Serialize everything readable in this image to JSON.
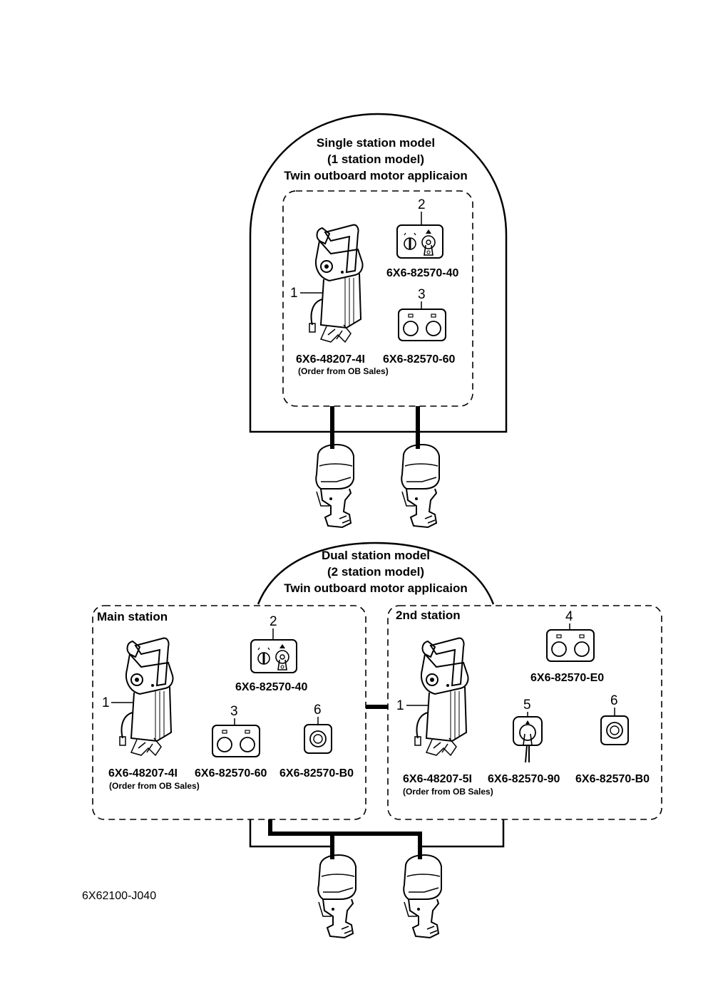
{
  "single": {
    "title1": "Single station model",
    "title2": "(1 station model)",
    "title3": "Twin outboard motor applicaion",
    "item1_num": "1",
    "item2_num": "2",
    "item3_num": "3",
    "part_switch": "6X6-82570-40",
    "part_control": "6X6-48207-4I",
    "part_panel": "6X6-82570-60",
    "order_note": "(Order from OB Sales)"
  },
  "dual": {
    "title1": "Dual station model",
    "title2": "(2 station model)",
    "title3": "Twin outboard motor applicaion",
    "main": {
      "label": "Main station",
      "item1_num": "1",
      "item2_num": "2",
      "item3_num": "3",
      "item6_num": "6",
      "part_switch": "6X6-82570-40",
      "part_control": "6X6-48207-4I",
      "part_panel": "6X6-82570-60",
      "part_stop": "6X6-82570-B0",
      "order_note": "(Order from OB Sales)"
    },
    "second": {
      "label": "2nd station",
      "item1_num": "1",
      "item4_num": "4",
      "item5_num": "5",
      "item6_num": "6",
      "part_panel": "6X6-82570-E0",
      "part_control": "6X6-48207-5I",
      "part_key": "6X6-82570-90",
      "part_stop": "6X6-82570-B0",
      "order_note": "(Order from OB Sales)"
    }
  },
  "figure_id": "6X62100-J040"
}
